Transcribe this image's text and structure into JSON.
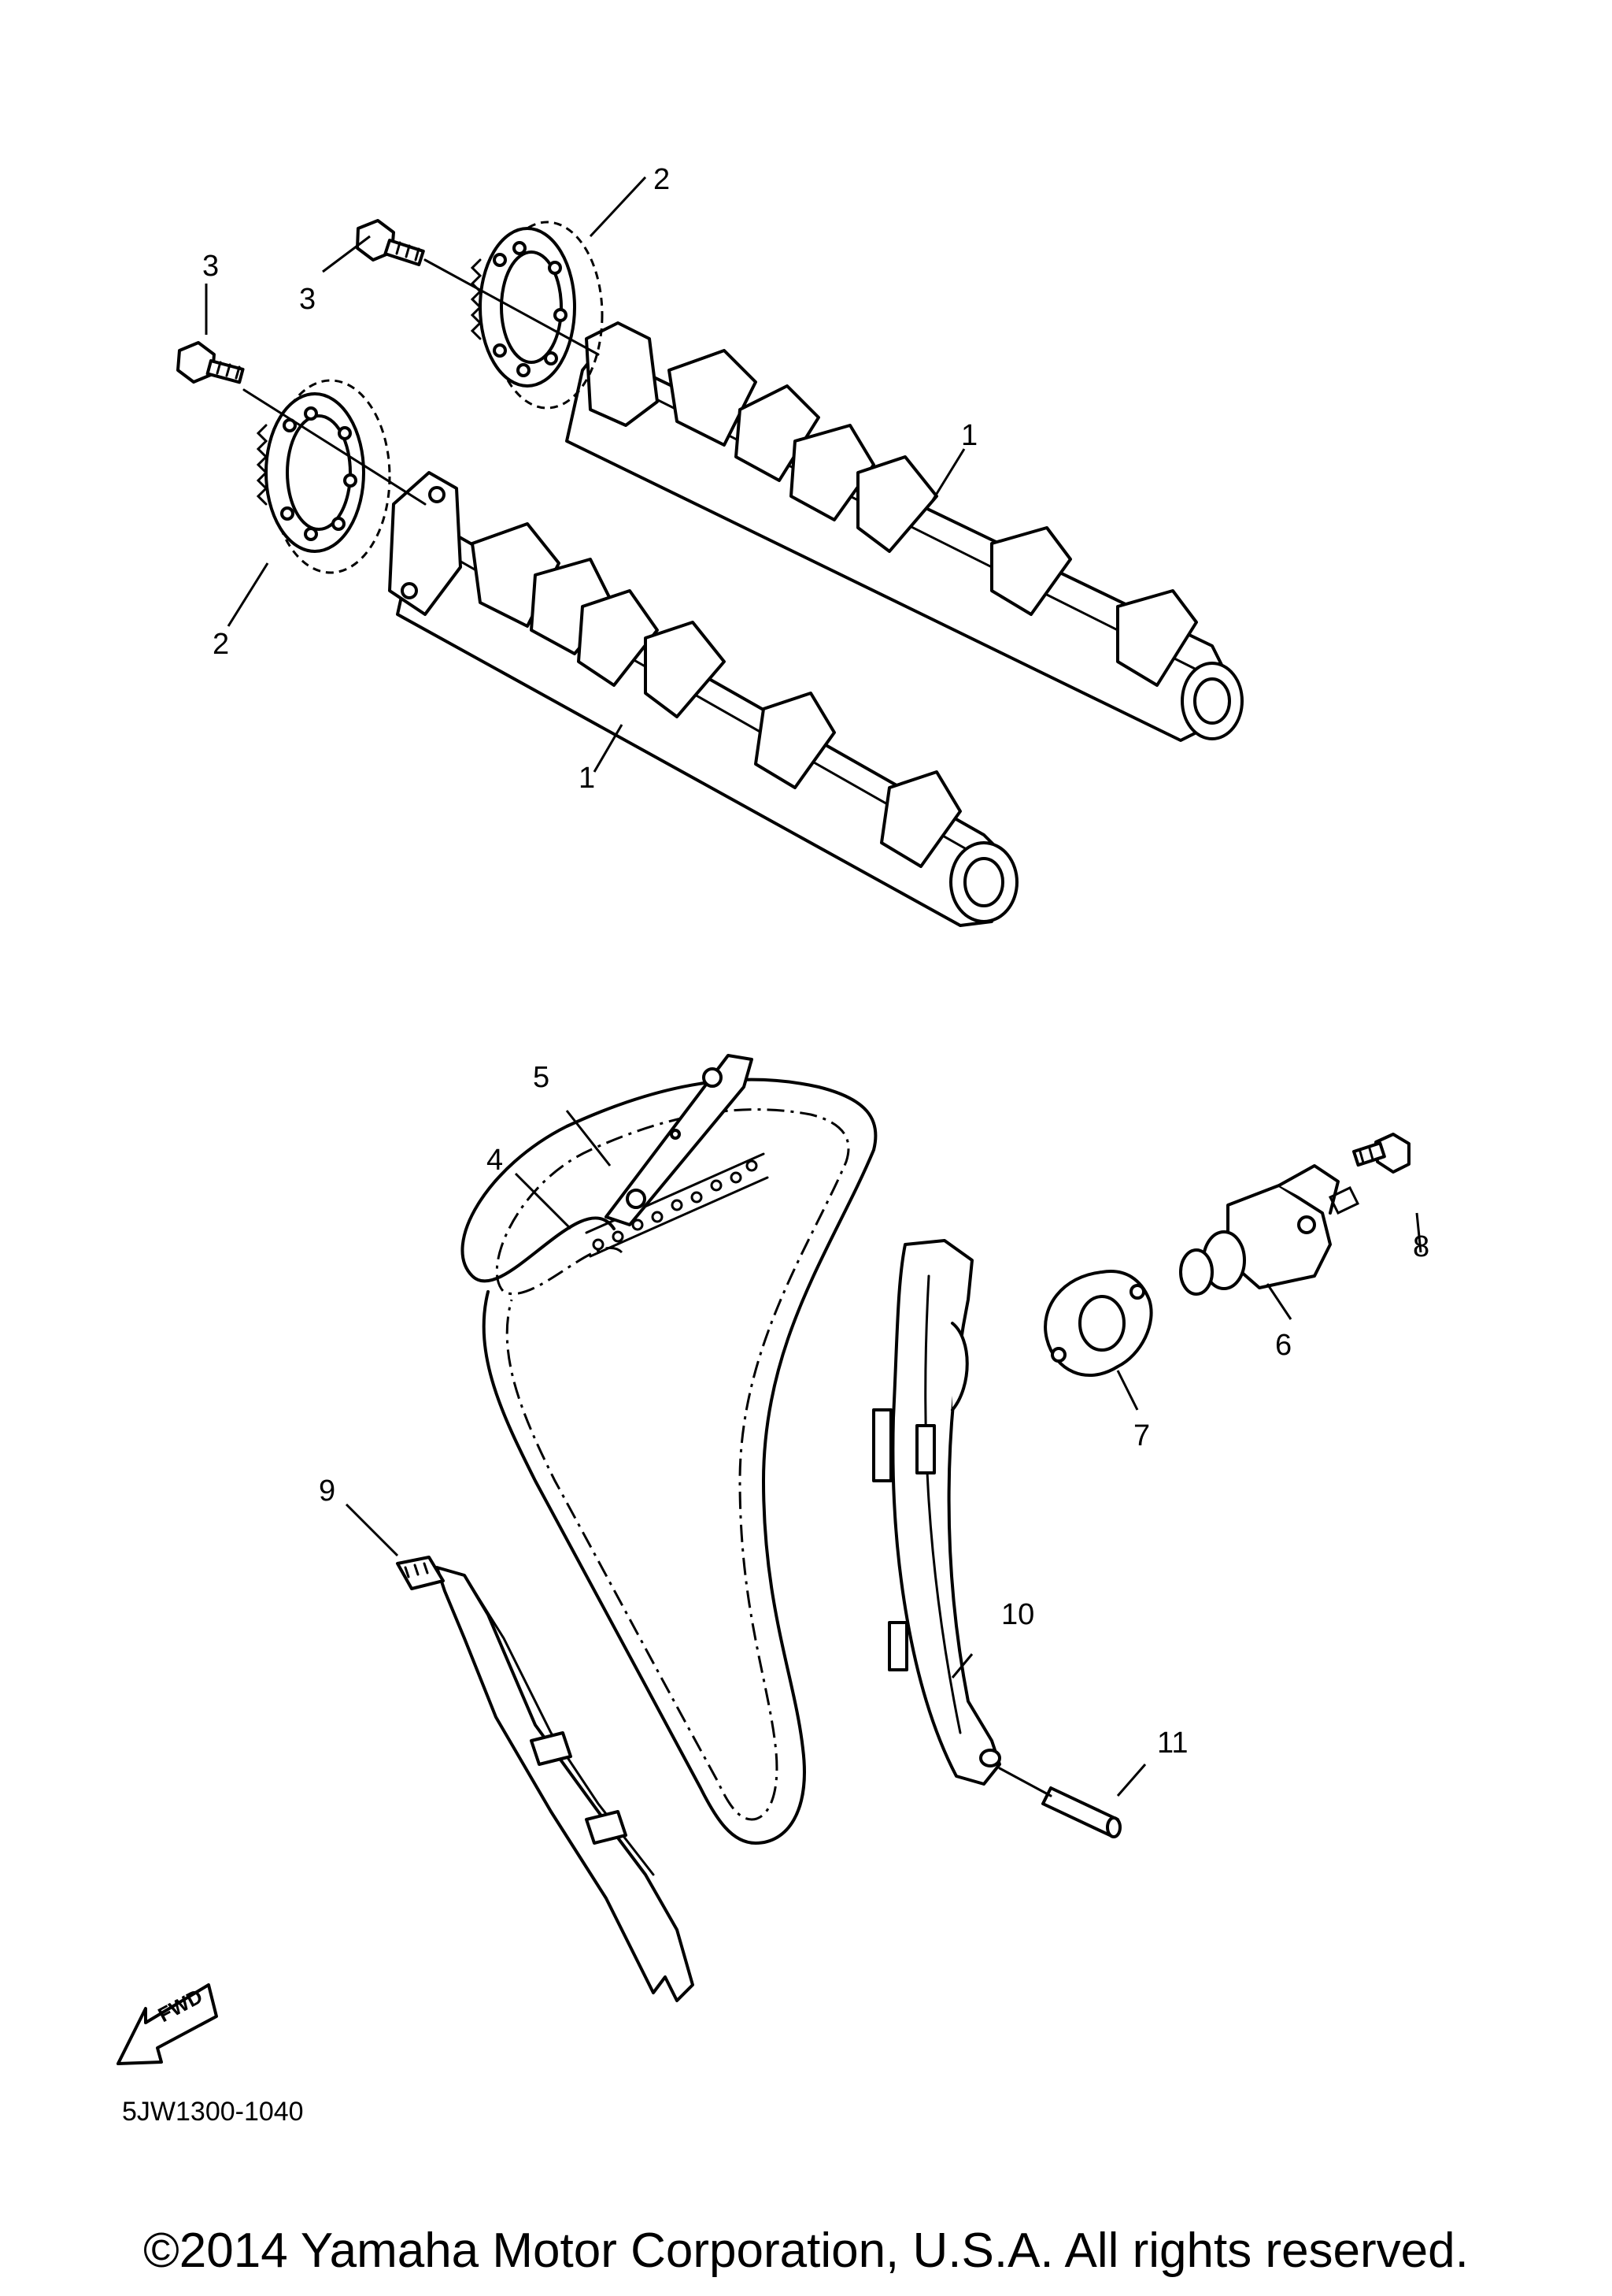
{
  "diagram": {
    "callouts": {
      "c1a": "1",
      "c1b": "1",
      "c2a": "2",
      "c2b": "2",
      "c3a": "3",
      "c3b": "3",
      "c4": "4",
      "c5": "5",
      "c6": "6",
      "c7": "7",
      "c8": "8",
      "c9": "9",
      "c10": "10",
      "c11": "11"
    },
    "diagram_code": "5JW1300-1040",
    "fwd_label": "FWD"
  },
  "footer": {
    "copyright": "©2014 Yamaha Motor Corporation, U.S.A. All rights reserved."
  }
}
